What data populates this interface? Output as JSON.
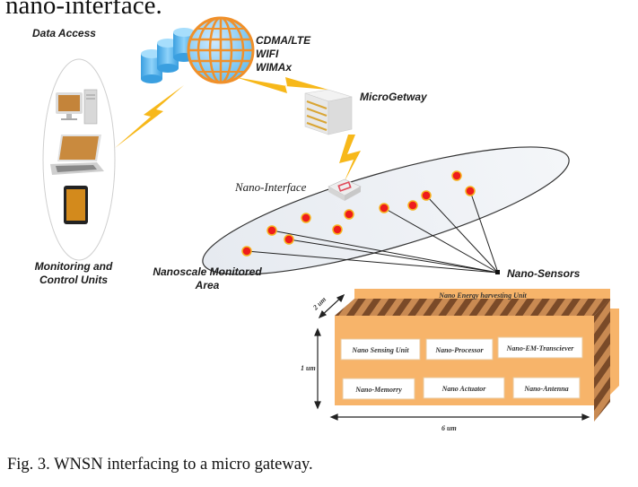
{
  "heading_fragment": "nano-interface.",
  "figure": {
    "labels": {
      "data_access": "Data Access",
      "network_types": [
        "CDMA/LTE",
        "WIFI",
        "WIMAx"
      ],
      "micro_gateway": "MicroGetway",
      "nano_interface": "Nano-Interface",
      "monitoring_units": [
        "Monitoring and",
        "Control Units"
      ],
      "monitored_area": [
        "Nanoscale Monitored",
        "Area"
      ],
      "nano_sensors": "Nano-Sensors"
    },
    "devices": [
      "desktop-computer",
      "laptop",
      "tablet"
    ],
    "sensor_node": {
      "energy_unit": "Nano Energy harvesting Unit",
      "components_row1": [
        "Nano Sensing Unit",
        "Nano-Processor",
        "Nano-EM-Transciever"
      ],
      "components_row2": [
        "Nano-Memorry",
        "Nano Actuator",
        "Nano-Antenna"
      ],
      "dimensions": {
        "depth": "2 um",
        "height": "1 um",
        "width": "6 um"
      }
    },
    "colors": {
      "sensor_dot": "#ee1c1c",
      "lightning": "#f7b81a",
      "node_body": "#f7b46a",
      "stripe": "#8a5a33",
      "globe": "#f0902a",
      "database": "#4fb3ea"
    }
  },
  "caption": "Fig. 3. WNSN interfacing to a micro gateway."
}
